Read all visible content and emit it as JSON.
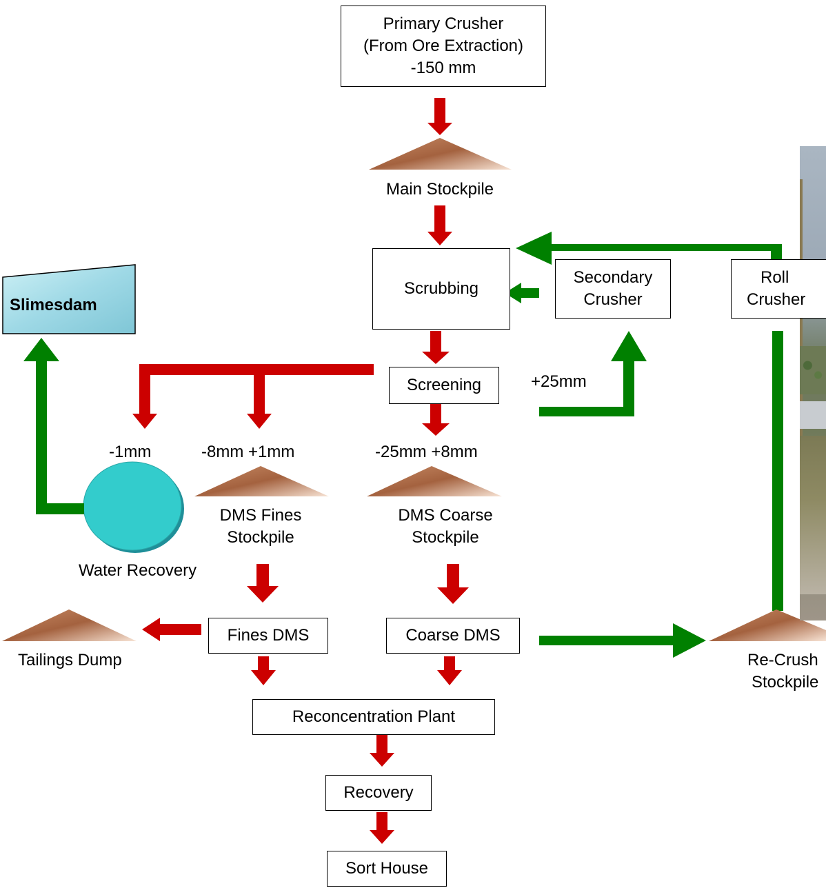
{
  "nodes": {
    "primary_crusher": [
      "Primary Crusher",
      "(From Ore Extraction)",
      "-150 mm"
    ],
    "main_stockpile": "Main Stockpile",
    "scrubbing": "Scrubbing",
    "secondary_crusher": [
      "Secondary",
      "Crusher"
    ],
    "roll_crusher": [
      "Roll",
      "Crusher"
    ],
    "slimesdam": "Slimesdam",
    "screening": "Screening",
    "plus_25mm": "+25mm",
    "minus_1mm": "-1mm",
    "fines_size": "-8mm +1mm",
    "coarse_size": "-25mm +8mm",
    "water_recovery": "Water Recovery",
    "dms_fines_stockpile": [
      "DMS Fines",
      "Stockpile"
    ],
    "dms_coarse_stockpile": [
      "DMS Coarse",
      "Stockpile"
    ],
    "tailings_dump": "Tailings Dump",
    "fines_dms": "Fines DMS",
    "coarse_dms": "Coarse DMS",
    "recrush_stockpile": [
      "Re-Crush",
      "Stockpile"
    ],
    "reconcentration_plant": "Reconcentration Plant",
    "recovery": "Recovery",
    "sort_house": "Sort House"
  },
  "colors": {
    "flow_red": "#cc0000",
    "flow_green": "#008000",
    "stockpile_light": "#f2dccb",
    "stockpile_dark": "#a0603a",
    "water_circle": "#33cccc",
    "slimesdam_fill": "#a6dde8"
  }
}
